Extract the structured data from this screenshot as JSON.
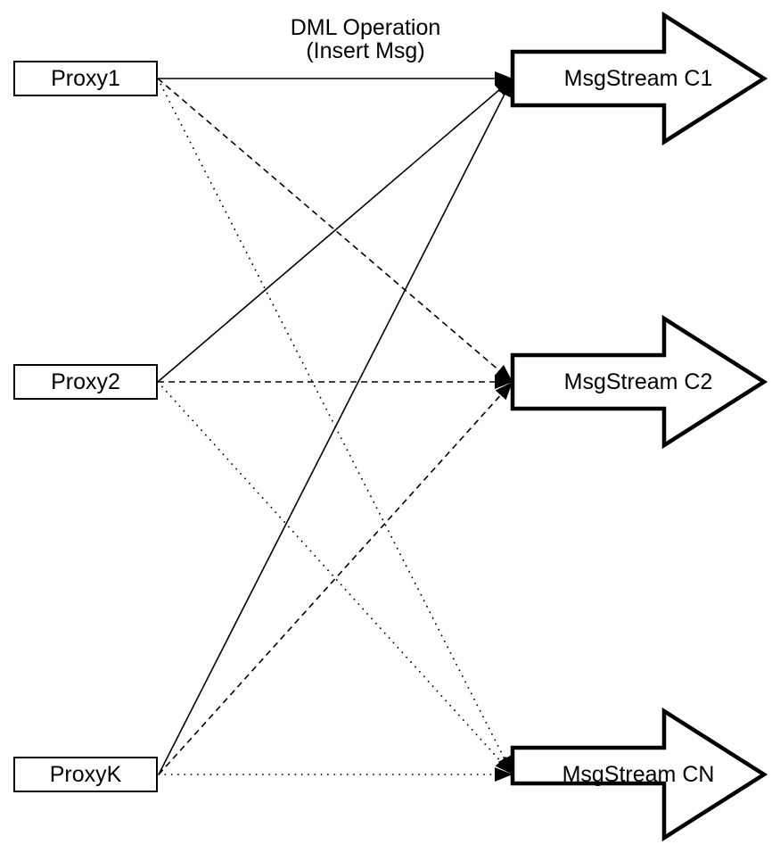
{
  "diagram": {
    "title": {
      "line1": "DML Operation",
      "line2": "(Insert Msg)"
    },
    "proxies": [
      {
        "label": "Proxy1"
      },
      {
        "label": "Proxy2"
      },
      {
        "label": "ProxyK"
      }
    ],
    "streams": [
      {
        "label": "MsgStream C1"
      },
      {
        "label": "MsgStream C2"
      },
      {
        "label": "MsgStream CN"
      }
    ],
    "edges": [
      {
        "from": "Proxy1",
        "to": "MsgStream C1",
        "style": "solid"
      },
      {
        "from": "Proxy1",
        "to": "MsgStream C2",
        "style": "dashed"
      },
      {
        "from": "Proxy1",
        "to": "MsgStream CN",
        "style": "dotted"
      },
      {
        "from": "Proxy2",
        "to": "MsgStream C1",
        "style": "solid"
      },
      {
        "from": "Proxy2",
        "to": "MsgStream C2",
        "style": "dashed"
      },
      {
        "from": "Proxy2",
        "to": "MsgStream CN",
        "style": "dotted"
      },
      {
        "from": "ProxyK",
        "to": "MsgStream C1",
        "style": "solid"
      },
      {
        "from": "ProxyK",
        "to": "MsgStream C2",
        "style": "dashed"
      },
      {
        "from": "ProxyK",
        "to": "MsgStream CN",
        "style": "dotted"
      }
    ],
    "colors": {
      "stroke": "#000000",
      "fill": "#ffffff"
    }
  }
}
